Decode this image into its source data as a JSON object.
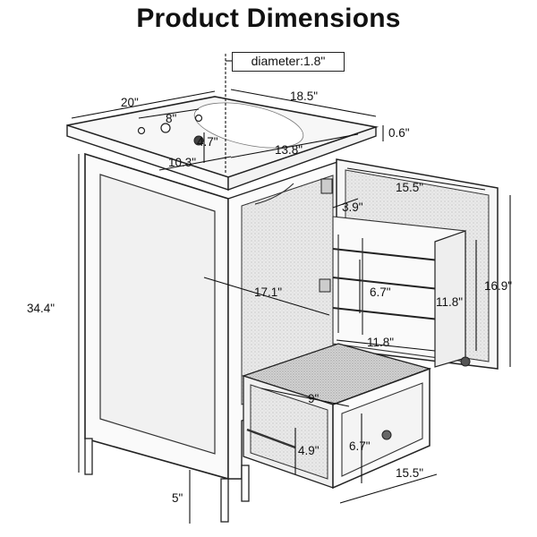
{
  "title": "Product Dimensions",
  "callout": "diameter:1.8\"",
  "dimensions": {
    "depth": "20\"",
    "faucet_spacing": "8\"",
    "faucet_to_basin": "4.7\"",
    "basin_depth": "10.3\"",
    "basin_width": "13.8\"",
    "width": "18.5\"",
    "top_thickness": "0.6\"",
    "height": "34.4\"",
    "door_width": "15.5\"",
    "hinge_offset": "3.9\"",
    "interior_depth": "17.1\"",
    "shelf_spacing": "6.7\"",
    "shelf_height": "11.8\"",
    "door_height": "16.9\"",
    "shelf_width": "11.8\"",
    "drawer_interior": "9\"",
    "drawer_front_height": "6.7\"",
    "drawer_inner_height": "4.9\"",
    "drawer_width": "15.5\"",
    "leg_height": "5\""
  }
}
